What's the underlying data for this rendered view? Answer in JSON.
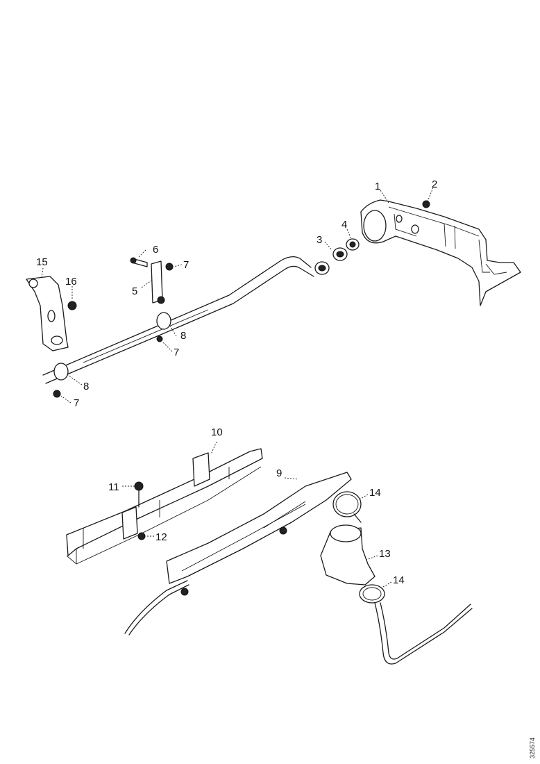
{
  "callouts": {
    "c1": "1",
    "c2": "2",
    "c3": "3",
    "c4": "4",
    "c5": "5",
    "c6": "6",
    "c7a": "7",
    "c7b": "7",
    "c7c": "7",
    "c8a": "8",
    "c8b": "8",
    "c9": "9",
    "c10": "10",
    "c11": "11",
    "c12": "12",
    "c13": "13",
    "c14a": "14",
    "c14b": "14",
    "c15": "15",
    "c16": "16"
  },
  "reference_code": "325574"
}
